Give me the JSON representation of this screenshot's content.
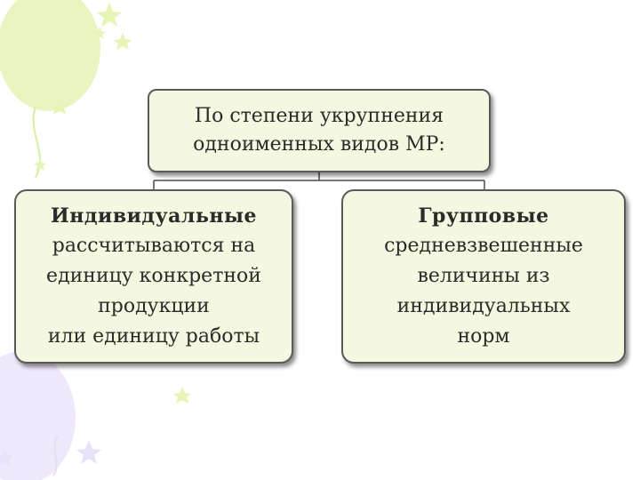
{
  "diagram": {
    "top": {
      "lines": [
        "По степени укрупнения",
        "одноименных видов МР:"
      ]
    },
    "left": {
      "title": "Индивидуальные",
      "lines": [
        "рассчитываются на",
        "единицу конкретной",
        "продукции",
        "или единицу работы"
      ]
    },
    "right": {
      "title": "Групповые",
      "lines": [
        "средневзвешенные",
        "величины из",
        "индивидуальных",
        "норм"
      ]
    }
  },
  "colors": {
    "box_fill": "#f4f8e0",
    "border": "#5a5a5a",
    "decor_green": "#e4f3b8",
    "decor_purple": "#ece4fb"
  }
}
